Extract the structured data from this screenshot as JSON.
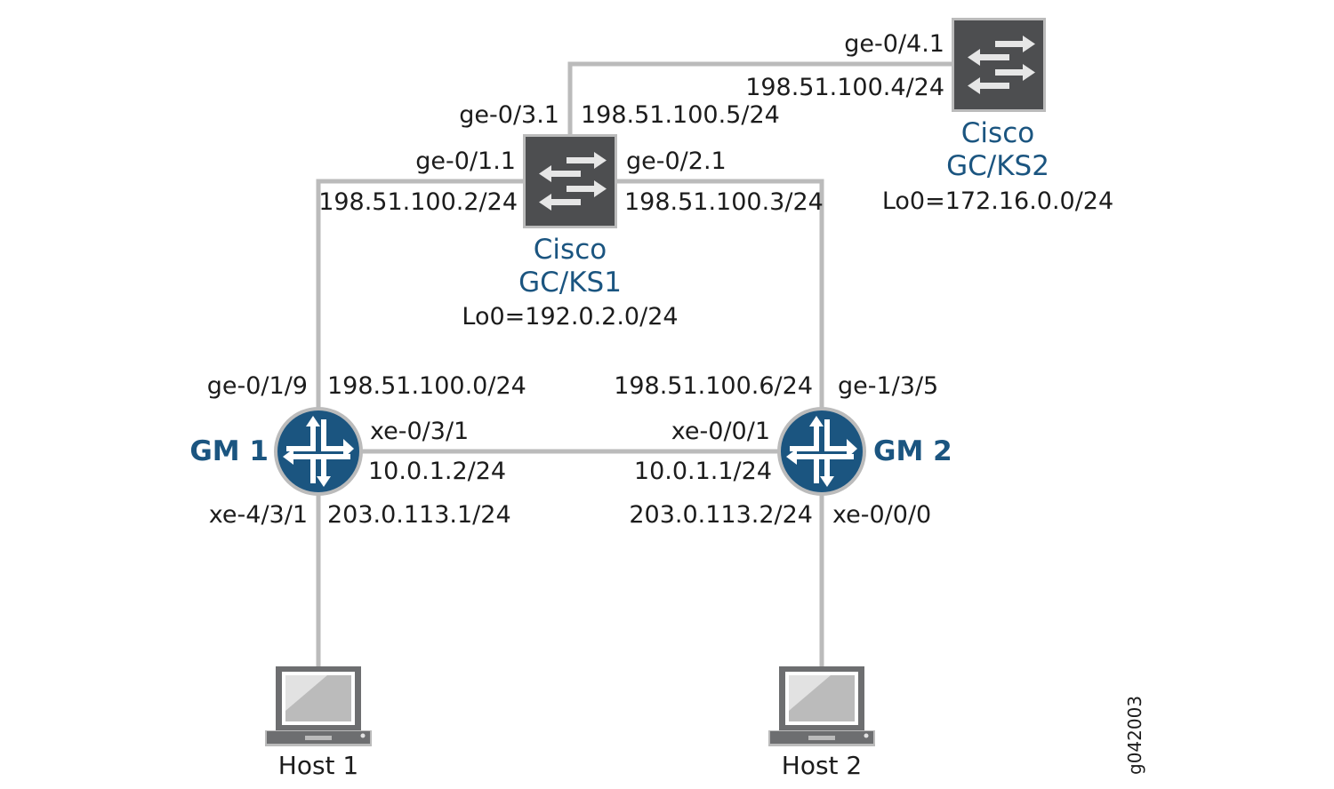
{
  "figure_id": "g042003",
  "colors": {
    "device_label": "#1b5580",
    "router_fill": "#1b5580",
    "switch_fill": "#4d4e50",
    "link": "#bbbbbb"
  },
  "devices": {
    "ks1": {
      "name_line1": "Cisco",
      "name_line2": "GC/KS1",
      "loopback": "Lo0=192.0.2.0/24",
      "icon": "switch-icon"
    },
    "ks2": {
      "name_line1": "Cisco",
      "name_line2": "GC/KS2",
      "loopback": "Lo0=172.16.0.0/24",
      "icon": "switch-icon"
    },
    "gm1": {
      "name": "GM 1",
      "icon": "router-icon"
    },
    "gm2": {
      "name": "GM 2",
      "icon": "router-icon"
    },
    "host1": {
      "name": "Host 1",
      "icon": "laptop-icon"
    },
    "host2": {
      "name": "Host 2",
      "icon": "laptop-icon"
    }
  },
  "interfaces": {
    "ks2_if": "ge-0/4.1",
    "ks2_ip": "198.51.100.4/24",
    "ks1_up_if": "ge-0/3.1",
    "ks1_up_ip": "198.51.100.5/24",
    "ks1_left_if": "ge-0/1.1",
    "ks1_left_ip": "198.51.100.2/24",
    "ks1_right_if": "ge-0/2.1",
    "ks1_right_ip": "198.51.100.3/24",
    "gm1_up_if": "ge-0/1/9",
    "gm1_up_ip": "198.51.100.0/24",
    "gm1_right_if": "xe-0/3/1",
    "gm1_right_ip": "10.0.1.2/24",
    "gm1_down_if": "xe-4/3/1",
    "gm1_down_ip": "203.0.113.1/24",
    "gm2_up_ip": "198.51.100.6/24",
    "gm2_up_if": "ge-1/3/5",
    "gm2_left_if": "xe-0/0/1",
    "gm2_left_ip": "10.0.1.1/24",
    "gm2_down_ip": "203.0.113.2/24",
    "gm2_down_if": "xe-0/0/0"
  }
}
